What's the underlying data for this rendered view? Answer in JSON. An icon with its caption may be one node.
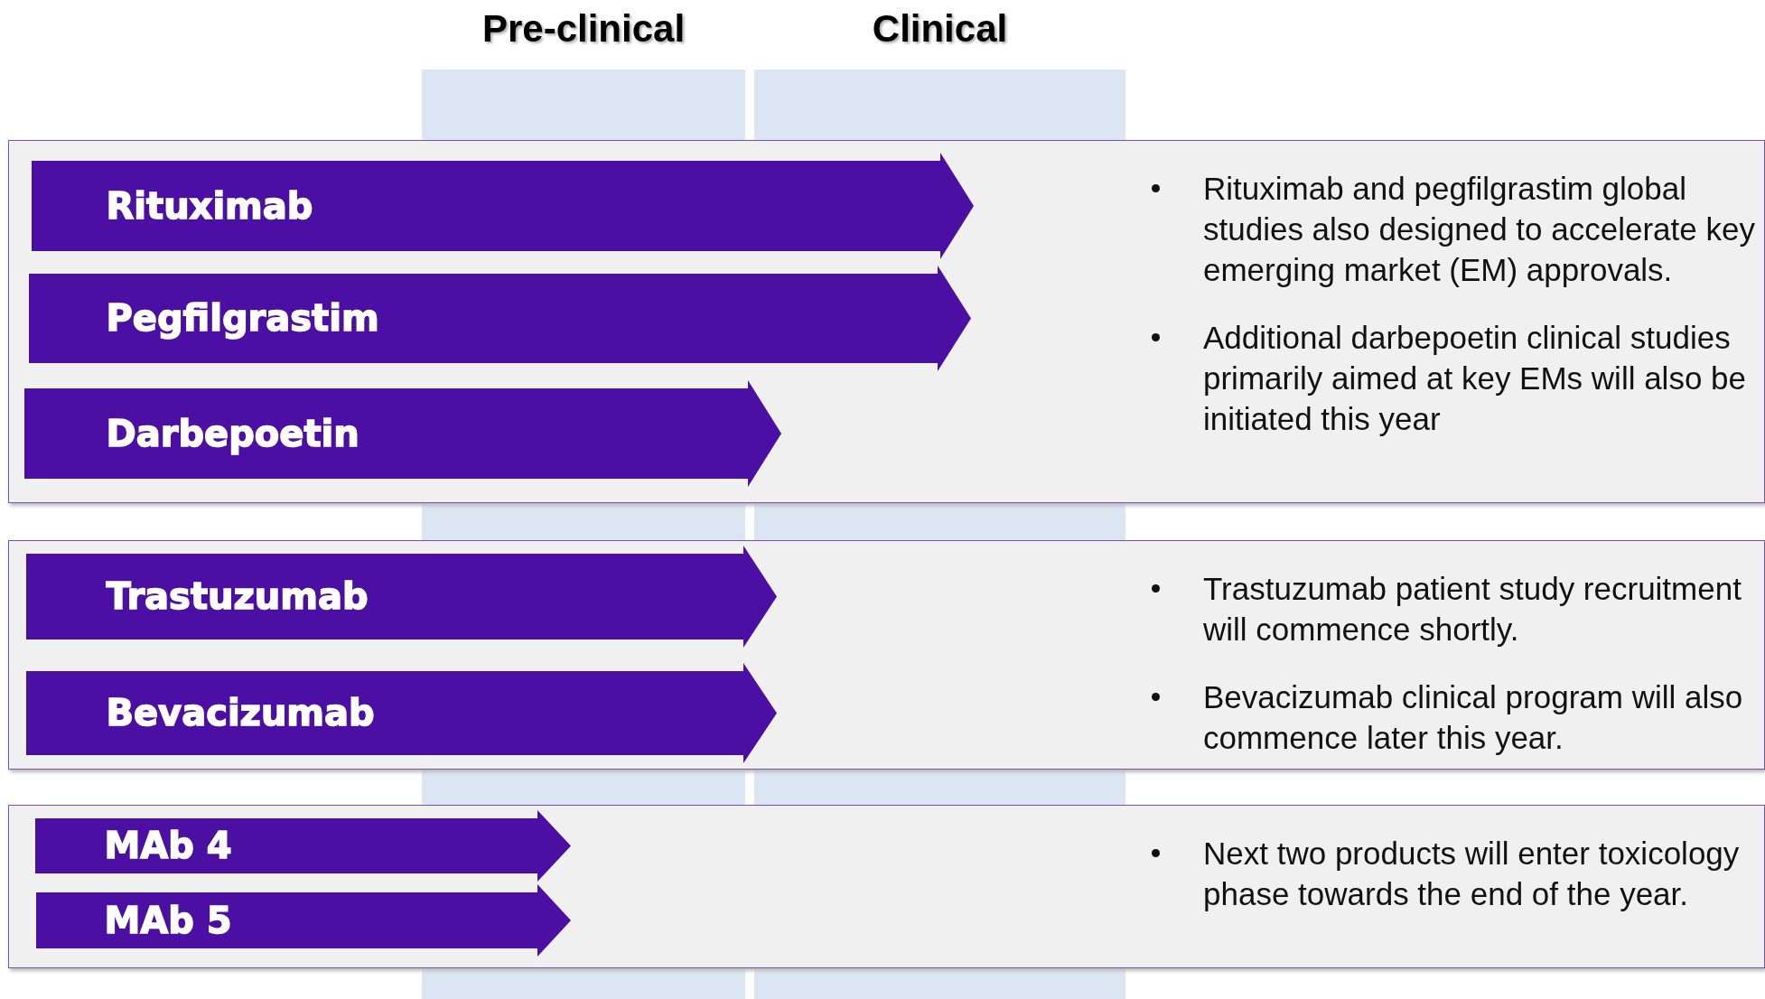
{
  "diagram": {
    "nodes": [
      {
        "text": [
          "Pre-clinical"
        ]
      },
      {
        "text": [
          "Clinical"
        ]
      },
      {
        "text": [
          "Rituximab and pegfilgrastim global studies also designed to accelerate key emerging market (EM) approvals.",
          "Additional darbepoetin clinical studies primarily aimed at key EMs will also be initiated this year"
        ]
      },
      {
        "text": [
          "Rituximab"
        ],
        "in": 2
      },
      {
        "text": [
          "Pegfilgrastim"
        ],
        "in": 2
      },
      {
        "text": [
          "Darbepoetin"
        ],
        "in": 2
      },
      {
        "text": [
          "Trastuzumab patient study recruitment will commence shortly.",
          "Bevacizumab clinical program will also commence later this year."
        ]
      },
      {
        "text": [
          "Trastuzumab"
        ],
        "in": 6
      },
      {
        "text": [
          "Bevacizumab"
        ],
        "in": 6
      },
      {
        "text": [
          "Next two products will enter toxicology phase towards the end of the year."
        ]
      },
      {
        "text": [
          "MAb 4"
        ],
        "in": 9
      },
      {
        "text": [
          "MAb 5"
        ],
        "in": 9
      }
    ]
  }
}
